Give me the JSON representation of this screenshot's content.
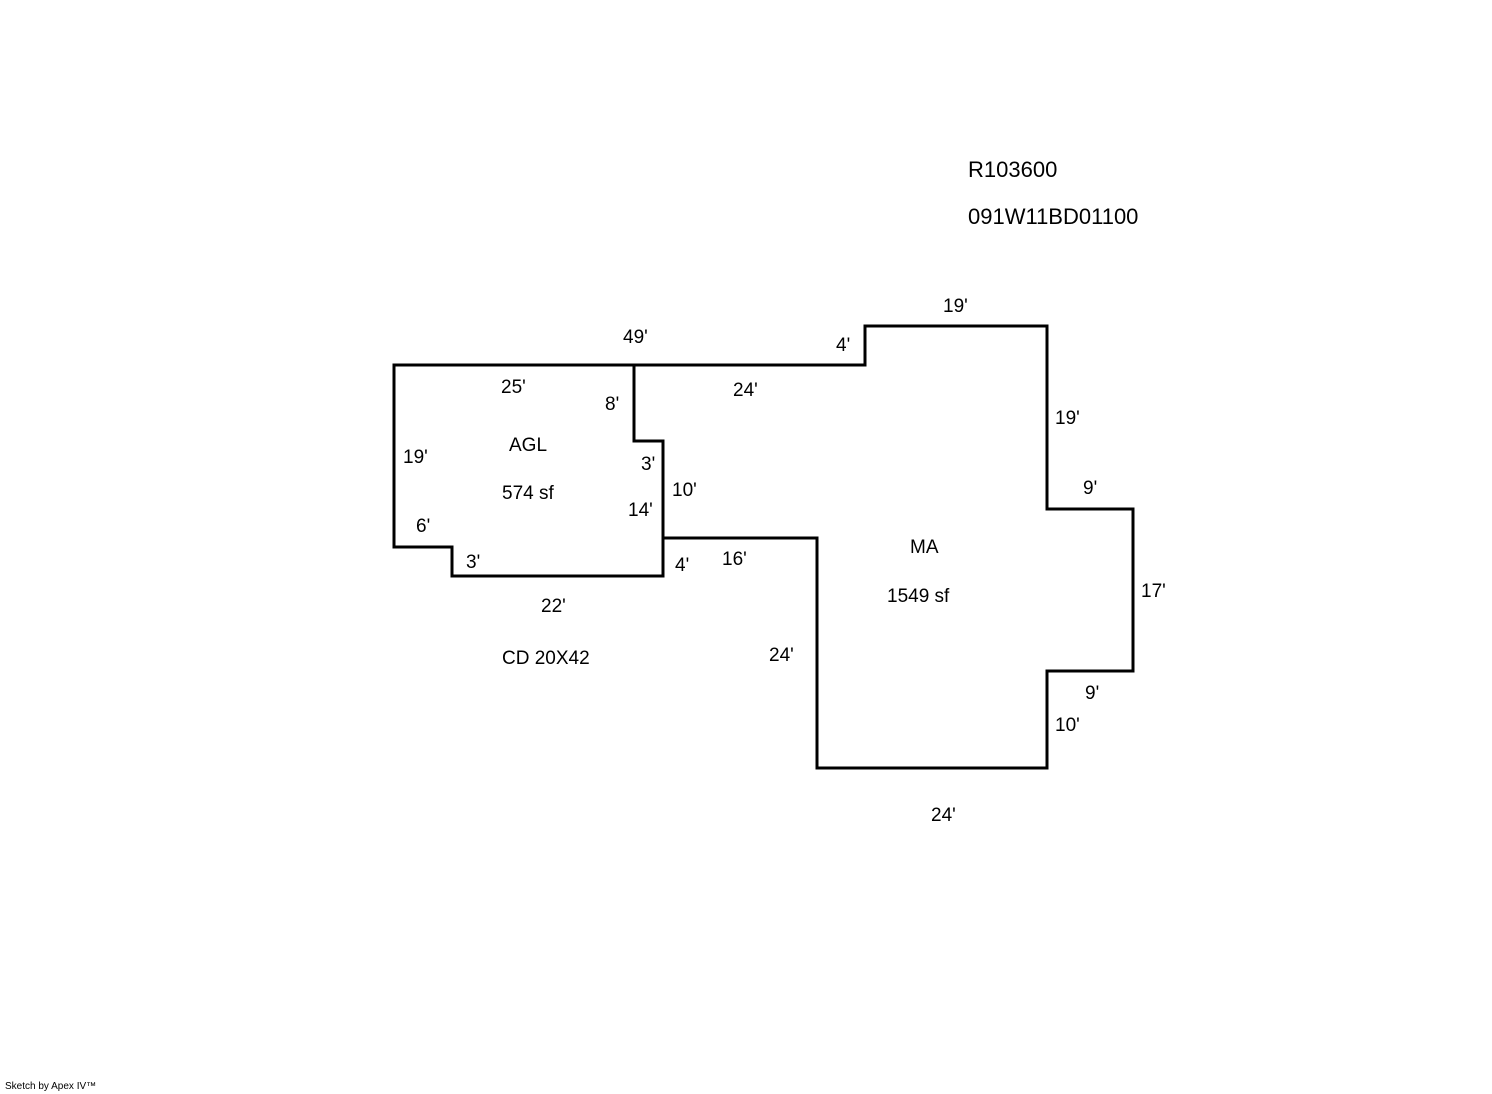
{
  "header": {
    "record_id": "R103600",
    "parcel_id": "091W11BD01100"
  },
  "areas": {
    "agl": {
      "code": "AGL",
      "area": "574 sf"
    },
    "ma": {
      "code": "MA",
      "area": "1549 sf"
    }
  },
  "note": "CD  20X42",
  "dimensions": {
    "top_total": "49'",
    "agl_top": "25'",
    "agl_left": "19'",
    "agl_step_left": "6'",
    "agl_step_bottom": "3'",
    "agl_bottom": "22'",
    "agl_inner_top": "8'",
    "agl_inner_step": "3'",
    "agl_inner_right": "14'",
    "ma_left_upper": "10'",
    "ma_left_step": "4'",
    "ma_top_left": "24'",
    "ma_step_up": "4'",
    "ma_top": "19'",
    "ma_right_upper": "19'",
    "ma_bump_top": "9'",
    "ma_bump_right": "17'",
    "ma_bump_bottom": "9'",
    "ma_right_lower": "10'",
    "ma_bottom": "24'",
    "ma_left_lower": "24'",
    "ma_lower_top": "16'"
  },
  "footer": {
    "credit": "Sketch by Apex IV™"
  },
  "colors": {
    "line": "#000000",
    "background": "#ffffff"
  }
}
